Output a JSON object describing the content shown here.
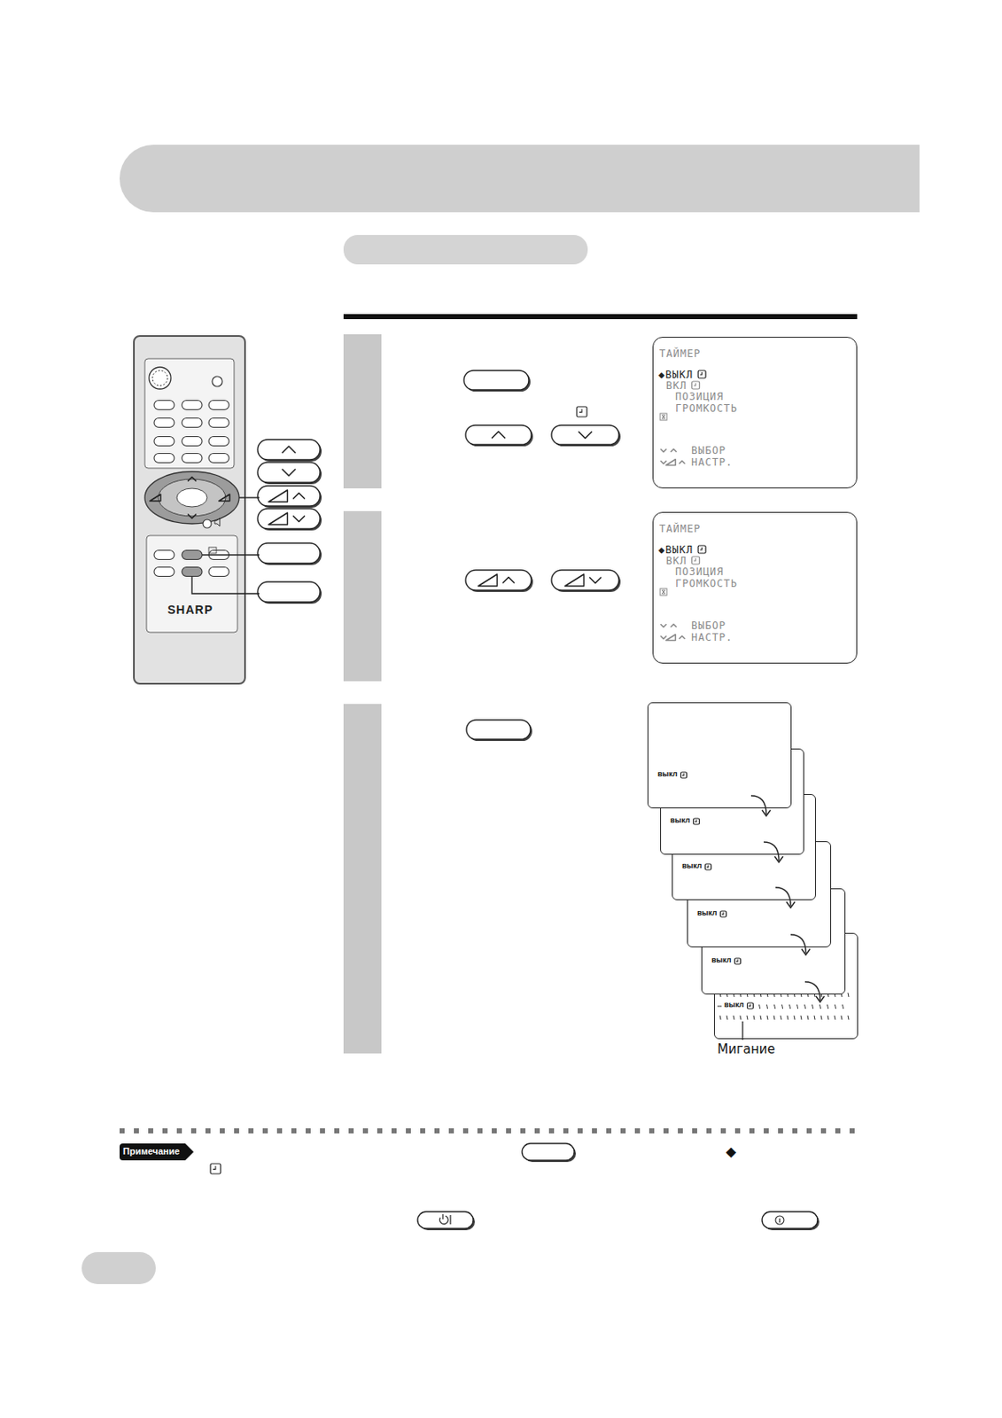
{
  "diagram": {
    "nodes": [
      {
        "text": [
          "SHARP"
        ]
      },
      {
        "text": [
          "ТАЙМЕР",
          "◆ВЫКЛ",
          "ВКЛ",
          "ПОЗИЦИЯ",
          "ГРОМКОСТЬ",
          "ВЫБОР",
          "НАСТР."
        ]
      },
      {
        "text": [
          "ТАЙМЕР",
          "◆ВЫКЛ",
          "ВКЛ",
          "ПОЗИЦИЯ",
          "ГРОМКОСТЬ",
          "ВЫБОР",
          "НАСТР."
        ]
      },
      {
        "text": [
          "выкл"
        ]
      },
      {
        "text": [
          "выкл"
        ]
      },
      {
        "text": [
          "выкл"
        ]
      },
      {
        "text": [
          "выкл"
        ]
      },
      {
        "text": [
          "выкл"
        ]
      },
      {
        "text": [
          "выкл"
        ]
      }
    ],
    "labels": [
      "Мигание",
      "Примечание",
      "◆"
    ]
  }
}
